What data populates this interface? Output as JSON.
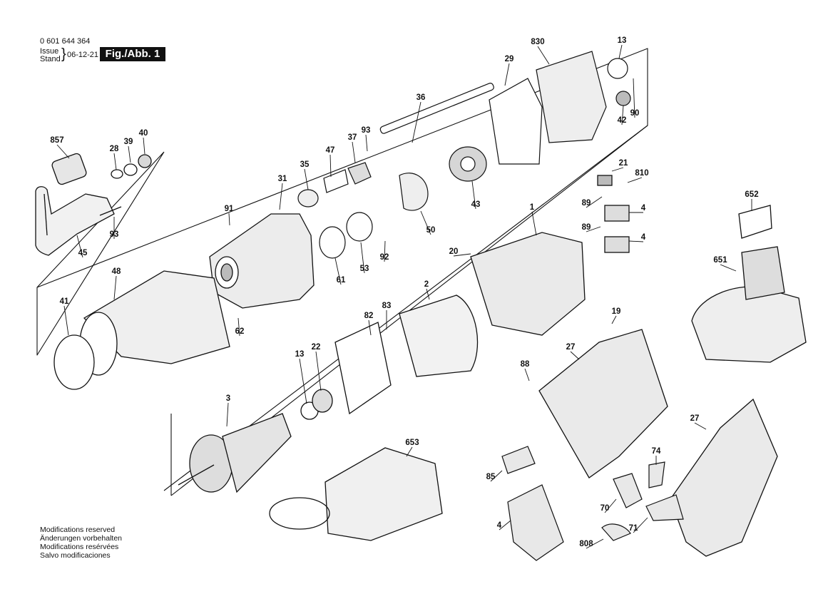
{
  "header": {
    "part_number": "0 601 644 364",
    "issue_label": "Issue",
    "stand_label": "Stand",
    "date": "06-12-21",
    "figure_label": "Fig./Abb. 1"
  },
  "notes": [
    "Modifications reserved",
    "Änderungen vorbehalten",
    "Modifications resérvées",
    "Salvo modificaciones"
  ],
  "callouts": [
    {
      "id": "857",
      "label": "857"
    },
    {
      "id": "28",
      "label": "28"
    },
    {
      "id": "39",
      "label": "39"
    },
    {
      "id": "40",
      "label": "40"
    },
    {
      "id": "93a",
      "label": "93"
    },
    {
      "id": "45",
      "label": "45"
    },
    {
      "id": "31",
      "label": "31"
    },
    {
      "id": "35",
      "label": "35"
    },
    {
      "id": "47",
      "label": "47"
    },
    {
      "id": "37",
      "label": "37"
    },
    {
      "id": "93b",
      "label": "93"
    },
    {
      "id": "36",
      "label": "36"
    },
    {
      "id": "29",
      "label": "29"
    },
    {
      "id": "830",
      "label": "830"
    },
    {
      "id": "13a",
      "label": "13"
    },
    {
      "id": "42",
      "label": "42"
    },
    {
      "id": "90",
      "label": "90"
    },
    {
      "id": "91",
      "label": "91"
    },
    {
      "id": "43",
      "label": "43"
    },
    {
      "id": "50",
      "label": "50"
    },
    {
      "id": "61",
      "label": "61"
    },
    {
      "id": "53",
      "label": "53"
    },
    {
      "id": "92",
      "label": "92"
    },
    {
      "id": "48",
      "label": "48"
    },
    {
      "id": "41",
      "label": "41"
    },
    {
      "id": "62",
      "label": "62"
    },
    {
      "id": "21",
      "label": "21"
    },
    {
      "id": "810",
      "label": "810"
    },
    {
      "id": "89a",
      "label": "89"
    },
    {
      "id": "4a",
      "label": "4"
    },
    {
      "id": "89b",
      "label": "89"
    },
    {
      "id": "4b",
      "label": "4"
    },
    {
      "id": "1",
      "label": "1"
    },
    {
      "id": "20",
      "label": "20"
    },
    {
      "id": "652",
      "label": "652"
    },
    {
      "id": "651",
      "label": "651"
    },
    {
      "id": "2",
      "label": "2"
    },
    {
      "id": "83",
      "label": "83"
    },
    {
      "id": "82",
      "label": "82"
    },
    {
      "id": "19",
      "label": "19"
    },
    {
      "id": "27a",
      "label": "27"
    },
    {
      "id": "13b",
      "label": "13"
    },
    {
      "id": "22",
      "label": "22"
    },
    {
      "id": "88",
      "label": "88"
    },
    {
      "id": "3",
      "label": "3"
    },
    {
      "id": "27b",
      "label": "27"
    },
    {
      "id": "653",
      "label": "653"
    },
    {
      "id": "74",
      "label": "74"
    },
    {
      "id": "85",
      "label": "85"
    },
    {
      "id": "70",
      "label": "70"
    },
    {
      "id": "71",
      "label": "71"
    },
    {
      "id": "4c",
      "label": "4"
    },
    {
      "id": "808",
      "label": "808"
    }
  ]
}
